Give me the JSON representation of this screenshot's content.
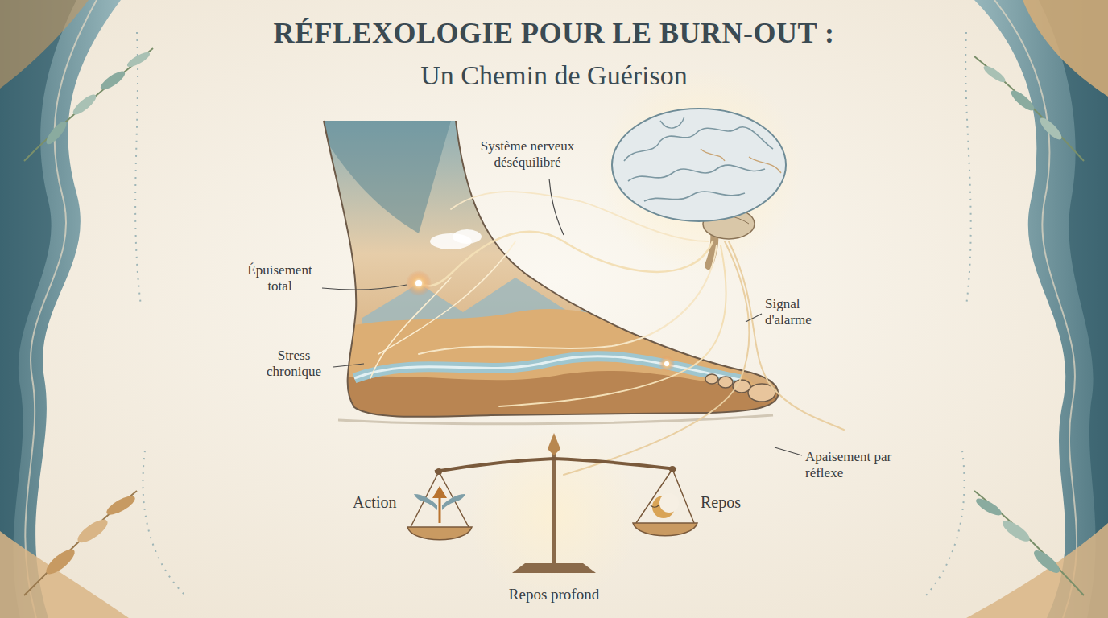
{
  "diagram": {
    "title": "RÉFLEXOLOGIE POUR LE BURN-OUT :",
    "labels": [
      "Un Chemin de Guérison",
      "Système nerveux déséquilibré",
      "Épuisement total",
      "Stress chronique",
      "Signal d'alarme",
      "Apaisement par réflexe",
      "Action",
      "Repos",
      "Repos profond"
    ]
  }
}
